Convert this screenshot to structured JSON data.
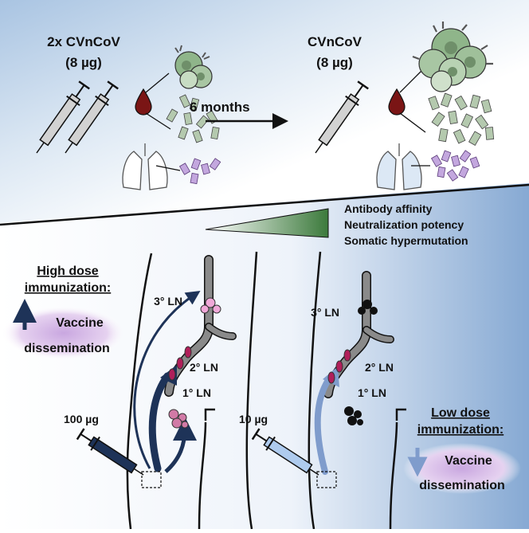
{
  "top": {
    "prime_dose": "2x CVnCoV",
    "prime_amount": "(8 µg)",
    "interval": "6 months",
    "boost_dose": "CVnCoV",
    "boost_amount": "(8 µg)",
    "gradient_labels": [
      "Antibody affinity",
      "Neutralization potency",
      "Somatic hypermutation"
    ]
  },
  "bottom": {
    "high_dose": {
      "dose_label": "100 µg",
      "heading_line1": "High dose",
      "heading_line2": "immunization:",
      "effect_line1": "Vaccine",
      "effect_line2": "dissemination",
      "direction": "up"
    },
    "low_dose": {
      "dose_label": "10 µg",
      "heading_line1": "Low dose",
      "heading_line2": "immunization:",
      "effect_line1": "Vaccine",
      "effect_line2": "dissemination",
      "direction": "down"
    },
    "lymph_nodes": [
      "1° LN",
      "2° LN",
      "3° LN"
    ]
  },
  "colors": {
    "blue_panel": "#8fb3d9",
    "dark_arrow": "#1e3358",
    "light_arrow": "#7f9ccc",
    "lymph_node_magenta": "#b01f5a",
    "lymph_node_pink": "#f0a8d8",
    "vessel_gray": "#8a8a8a",
    "gradient_green": "#3f7a3f",
    "blood_drop": "#7a1515",
    "bcell_green": "#8fb58a",
    "antibody_purple": "#9b77c0"
  }
}
